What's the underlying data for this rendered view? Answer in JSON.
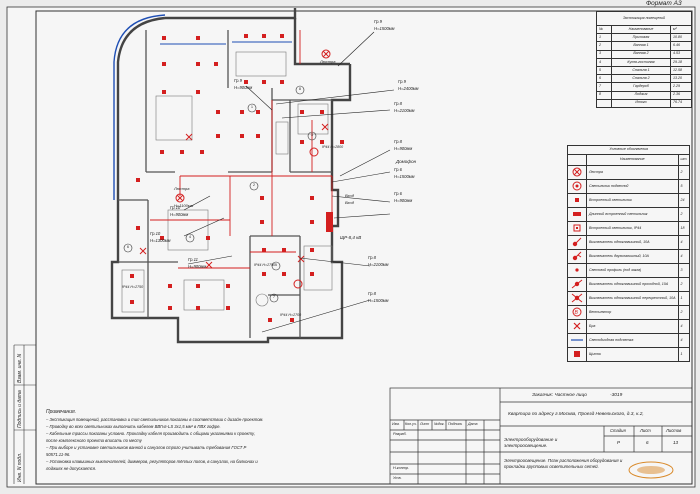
{
  "format_label": "Формат А3",
  "stamp": {
    "order": "Заказчик: Частное лицо",
    "code": "-3019",
    "object": "Квартира по адресу г.Москва, Проезд Невельского, д.3, к.2,",
    "section": "Электрооборудование и электроосвещение.",
    "sheet_title": "Электроосвещение. План расположения оборудования и прокладки групповых осветительных сетей.",
    "col_headers": [
      "Изм.",
      "Кол.уч.",
      "Лист",
      "№док.",
      "Подпись",
      "Дата"
    ],
    "role_rows": [
      "Разраб.",
      "",
      "Н.контр.",
      "Утв."
    ],
    "stage_headers": [
      "Стадия",
      "Лист",
      "Листов"
    ],
    "stage_values": [
      "Р",
      "6",
      "13"
    ]
  },
  "side_labels": [
    "Инв. N подл.",
    "Подпись и дата",
    "Взам. инв. N"
  ],
  "notes": {
    "title": "Примечания.",
    "lines": [
      "– Экспликация помещений, расстановка и тип светильников показаны в соответствии с дизайн-проектом.",
      "– Проводку во всех светильниках выполнить кабелем ВВГнг-LS 3х1,5 мм² в ПВХ гофре.",
      "– Кабельные трассы показаны условно. Прокладку кабеля производить с общими указаниями к проекту,",
      "после комплексного проекта вписать по месту",
      "– При выборе и установке светильников ванной и санузлов строго учитывать требования ГОСТ Р",
      "50571.11-96.",
      "– Установка клавишных выключателей, диммеров, регуляторов тёплых полов, в санузлах, на балконах и",
      "лоджиях не допускается."
    ]
  },
  "explication": {
    "title": "Экспликация помещений",
    "headers": [
      "№",
      "Наименование",
      "м²"
    ],
    "rows": [
      [
        "1",
        "Прихожая",
        "10.80"
      ],
      [
        "2",
        "Ванная 1",
        "6.46"
      ],
      [
        "3",
        "Ванная 2",
        "4.53"
      ],
      [
        "4",
        "Кухня-гостиная",
        "29.18"
      ],
      [
        "5",
        "Спальня 1",
        "12.58"
      ],
      [
        "6",
        "Спальня 2",
        "13.20"
      ],
      [
        "7",
        "Гардероб",
        "2.29"
      ],
      [
        "8",
        "Лоджия",
        "2.36"
      ]
    ],
    "total_label": "Итого",
    "total_value": "76.74"
  },
  "legend": {
    "title": "Условные обозначения",
    "headers": [
      "Наименование",
      "шт."
    ],
    "rows": [
      {
        "icon": "ceiling-light-icon",
        "label": "Люстра",
        "qty": "2"
      },
      {
        "icon": "pendant-light-icon",
        "label": "Светильник подвесной",
        "qty": "5"
      },
      {
        "icon": "recessed-light-icon",
        "label": "Встроенный светильник",
        "qty": "24"
      },
      {
        "icon": "recessed-wide-light-icon",
        "label": "Длинный встроенный светильник",
        "qty": "2"
      },
      {
        "icon": "ip44-light-icon",
        "label": "Встроенный светильник, IP44",
        "qty": "18"
      },
      {
        "icon": "switch-1-icon",
        "label": "Выключатель одноклавишный, 10А",
        "qty": "4"
      },
      {
        "icon": "switch-2-icon",
        "label": "Выключатель двухклавишный, 10А",
        "qty": "4"
      },
      {
        "icon": "led-profile-icon",
        "label": "Световой профиль (под заказ)",
        "qty": "3"
      },
      {
        "icon": "pass-switch-icon",
        "label": "Выключатель одноклавишный проходной, 10А",
        "qty": "2"
      },
      {
        "icon": "cross-switch-icon",
        "label": "Выключатель одноклавишный перекрестный, 10А",
        "qty": "1"
      },
      {
        "icon": "fan-icon",
        "label": "Вентилятор",
        "qty": "2"
      },
      {
        "icon": "box-icon",
        "label": "Бра",
        "qty": "4"
      },
      {
        "icon": "led-strip-icon",
        "label": "Светодиодная подсветка",
        "qty": "4"
      },
      {
        "icon": "panel-icon",
        "label": "Щиток",
        "qty": "1"
      }
    ]
  },
  "plan": {
    "panel_label": "ЩР-8,4 кВ",
    "room_numbers": [
      "1",
      "2",
      "3",
      "4",
      "5",
      "6",
      "7",
      "8"
    ],
    "room_tags": [
      "Люстра",
      "Н=1100мм",
      "Вход",
      "Вход"
    ],
    "callouts": [
      {
        "g": "Гр.9",
        "h": "Н=1500мм"
      },
      {
        "g": "Гр.9",
        "h": "Н=900мм"
      },
      {
        "g": "Гр.9",
        "h": "Н=2400мм"
      },
      {
        "g": "Гр.8",
        "h": "Н=2100мм"
      },
      {
        "g": "Гр.8",
        "h": "Н=900мм"
      },
      {
        "g": "Гр.6",
        "h": "Н=1500мм"
      },
      {
        "g": "Гр.6",
        "h": "Н=900мм"
      },
      {
        "g": "Гр.10",
        "h": "Н=900мм"
      },
      {
        "g": "Гр.10",
        "h": "Н=1300мм"
      },
      {
        "g": "Гр.11",
        "h": "Н=900мм"
      },
      {
        "g": "Гр.8",
        "h": "Н=2100мм"
      },
      {
        "g": "Гр.8",
        "h": "Н=1500мм"
      },
      {
        "g": "Гр.11",
        "h": "Н=900мм"
      }
    ],
    "door_label": "Домофон",
    "ip_labels": [
      "IP44 Н=2800",
      "IP44 Н=2750",
      "IP44 Н=2750",
      "IP44 Н=2700"
    ]
  }
}
